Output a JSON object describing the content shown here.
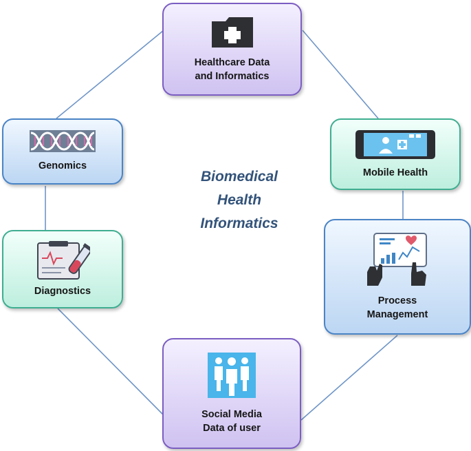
{
  "center_title": [
    "Biomedical",
    "Health",
    "Informatics"
  ],
  "nodes": {
    "healthcare": {
      "label": "Healthcare Data\nand Informatics",
      "icon": "medical-folder-icon"
    },
    "mobile": {
      "label": "Mobile Health",
      "icon": "mobile-health-icon"
    },
    "process": {
      "label": "Process\nManagement",
      "icon": "analytics-dashboard-icon"
    },
    "social": {
      "label": "Social Media\nData of user",
      "icon": "people-group-icon"
    },
    "diagnostics": {
      "label": "Diagnostics",
      "icon": "clipboard-test-tube-icon"
    },
    "genomics": {
      "label": "Genomics",
      "icon": "dna-helix-icon"
    }
  },
  "colors": {
    "connector": "#6f95c7",
    "title": "#33537a",
    "purple_border": "#7b5ec2",
    "blue_border": "#4a84c6",
    "teal_border": "#3fae90"
  }
}
